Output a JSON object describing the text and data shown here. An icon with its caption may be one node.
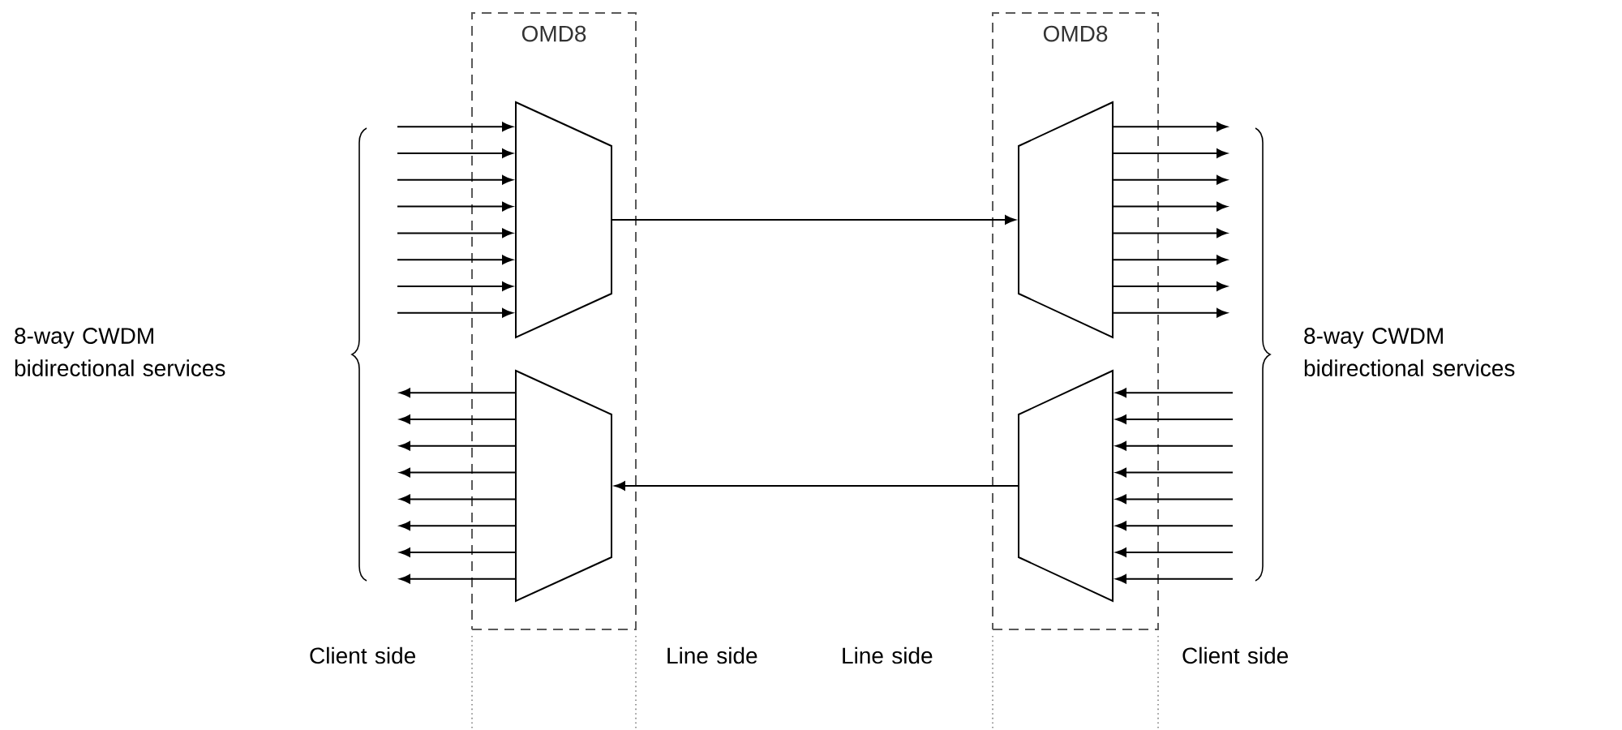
{
  "diagram": {
    "nodes": [
      {
        "text": [
          "OMD8"
        ]
      },
      {
        "text": [],
        "shape": "trapezoid",
        "in": 0
      },
      {
        "text": [],
        "shape": "trapezoid",
        "in": 0
      },
      {
        "text": [
          "OMD8"
        ]
      },
      {
        "text": [],
        "shape": "trapezoid",
        "in": 3
      },
      {
        "text": [],
        "shape": "trapezoid",
        "in": 3
      }
    ],
    "edges": [
      {
        "from": 1,
        "to": 4,
        "arrow": "to"
      },
      {
        "from": 5,
        "to": 2,
        "arrow": "to"
      },
      {
        "from": null,
        "to": 1,
        "arrow": "to"
      },
      {
        "from": null,
        "to": 1,
        "arrow": "to"
      },
      {
        "from": null,
        "to": 1,
        "arrow": "to"
      },
      {
        "from": null,
        "to": 1,
        "arrow": "to"
      },
      {
        "from": null,
        "to": 1,
        "arrow": "to"
      },
      {
        "from": null,
        "to": 1,
        "arrow": "to"
      },
      {
        "from": null,
        "to": 1,
        "arrow": "to"
      },
      {
        "from": null,
        "to": 1,
        "arrow": "to"
      },
      {
        "from": 2,
        "to": null,
        "arrow": "to"
      },
      {
        "from": 2,
        "to": null,
        "arrow": "to"
      },
      {
        "from": 2,
        "to": null,
        "arrow": "to"
      },
      {
        "from": 2,
        "to": null,
        "arrow": "to"
      },
      {
        "from": 2,
        "to": null,
        "arrow": "to"
      },
      {
        "from": 2,
        "to": null,
        "arrow": "to"
      },
      {
        "from": 2,
        "to": null,
        "arrow": "to"
      },
      {
        "from": 2,
        "to": null,
        "arrow": "to"
      },
      {
        "from": 4,
        "to": null,
        "arrow": "to"
      },
      {
        "from": 4,
        "to": null,
        "arrow": "to"
      },
      {
        "from": 4,
        "to": null,
        "arrow": "to"
      },
      {
        "from": 4,
        "to": null,
        "arrow": "to"
      },
      {
        "from": 4,
        "to": null,
        "arrow": "to"
      },
      {
        "from": 4,
        "to": null,
        "arrow": "to"
      },
      {
        "from": 4,
        "to": null,
        "arrow": "to"
      },
      {
        "from": 4,
        "to": null,
        "arrow": "to"
      },
      {
        "from": null,
        "to": 5,
        "arrow": "to"
      },
      {
        "from": null,
        "to": 5,
        "arrow": "to"
      },
      {
        "from": null,
        "to": 5,
        "arrow": "to"
      },
      {
        "from": null,
        "to": 5,
        "arrow": "to"
      },
      {
        "from": null,
        "to": 5,
        "arrow": "to"
      },
      {
        "from": null,
        "to": 5,
        "arrow": "to"
      },
      {
        "from": null,
        "to": 5,
        "arrow": "to"
      },
      {
        "from": null,
        "to": 5,
        "arrow": "to"
      }
    ],
    "labels": [
      "8-way CWDM bidirectional services",
      "8-way CWDM bidirectional services",
      "Client side",
      "Line side",
      "Line side",
      "Client side"
    ]
  }
}
